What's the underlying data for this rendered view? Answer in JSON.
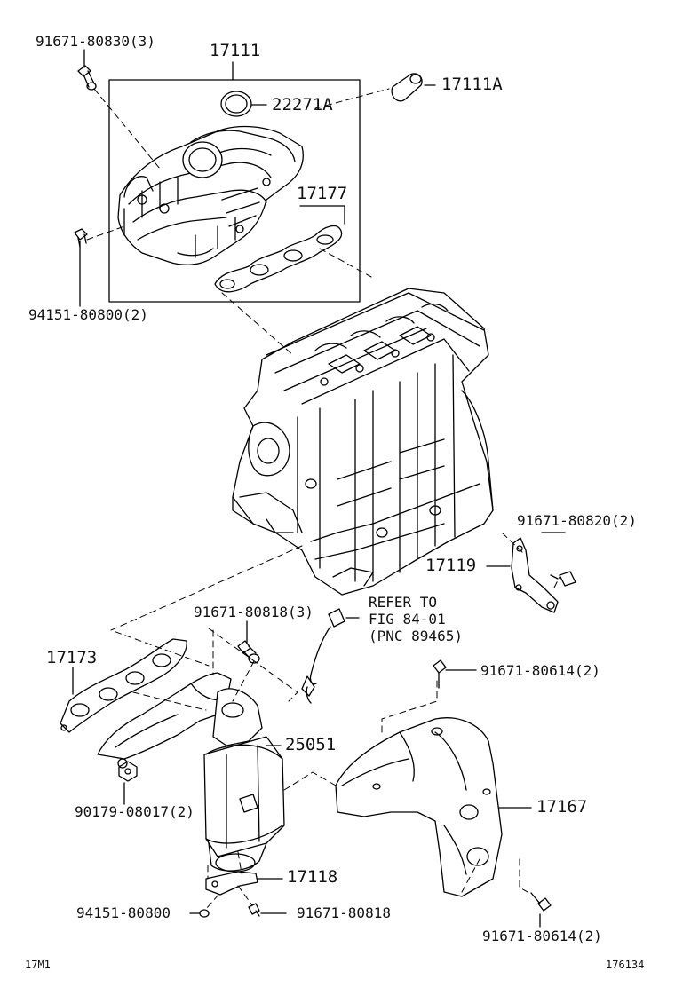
{
  "labels": {
    "p91671_80830": "91671-80830(3)",
    "p17111": "17111",
    "p22271A": "22271A",
    "p17111A": "17111A",
    "p17177": "17177",
    "p94151_80800_2": "94151-80800(2)",
    "p91671_80820": "91671-80820(2)",
    "p17119": "17119",
    "refer1": "REFER TO",
    "refer2": "FIG 84-01",
    "refer3": "(PNC 89465)",
    "p91671_80818_3": "91671-80818(3)",
    "p17173": "17173",
    "p91671_80614_top": "91671-80614(2)",
    "p25051": "25051",
    "p17167": "17167",
    "p90179_08017": "90179-08017(2)",
    "p17118": "17118",
    "p94151_80800": "94151-80800",
    "p91671_80818": "91671-80818",
    "p91671_80614_bot": "91671-80614(2)"
  },
  "footer": {
    "left": "17M1",
    "right": "176134"
  }
}
